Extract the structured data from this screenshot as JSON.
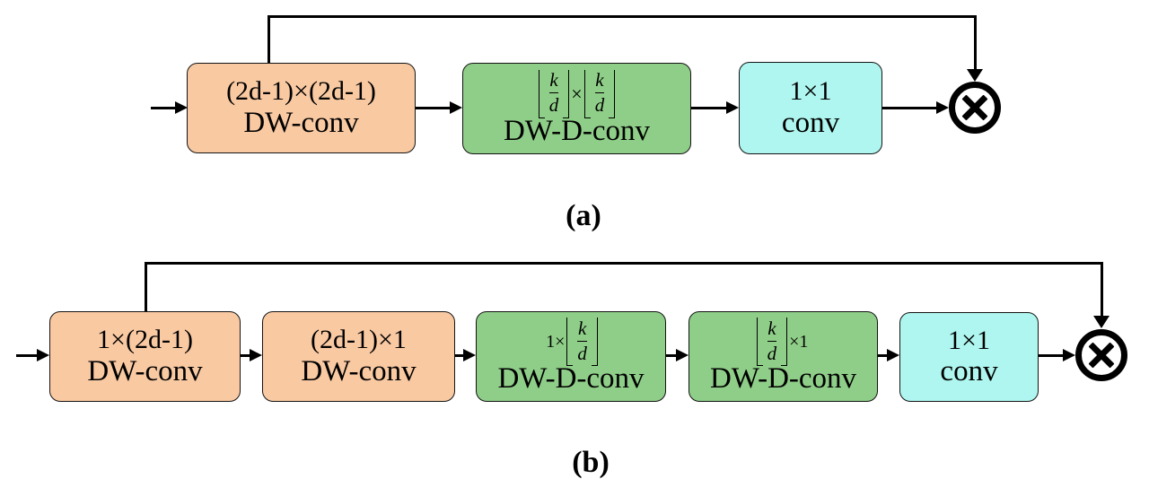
{
  "colors": {
    "dw_conv_box": "#F9C9A2",
    "dw_d_conv_box": "#8FCE88",
    "conv_1x1_box": "#AEF6EF",
    "line": "#000000"
  },
  "diagram_a": {
    "caption": "(a)",
    "operator": "⊗",
    "boxes": [
      {
        "line1": "(2d-1)×(2d-1)",
        "line2": "DW-conv"
      },
      {
        "math": {
          "left_num": "k",
          "left_den": "d",
          "times": "×",
          "right_num": "k",
          "right_den": "d"
        },
        "line2": "DW-D-conv"
      },
      {
        "line1": "1×1",
        "line2": "conv"
      }
    ]
  },
  "diagram_b": {
    "caption": "(b)",
    "operator": "⊗",
    "boxes": [
      {
        "line1": "1×(2d-1)",
        "line2": "DW-conv"
      },
      {
        "line1": "(2d-1)×1",
        "line2": "DW-conv"
      },
      {
        "math": {
          "prefix": "1×",
          "num": "k",
          "den": "d"
        },
        "line2": "DW-D-conv"
      },
      {
        "math": {
          "num": "k",
          "den": "d",
          "suffix": "×1"
        },
        "line2": "DW-D-conv"
      },
      {
        "line1": "1×1",
        "line2": "conv"
      }
    ]
  }
}
